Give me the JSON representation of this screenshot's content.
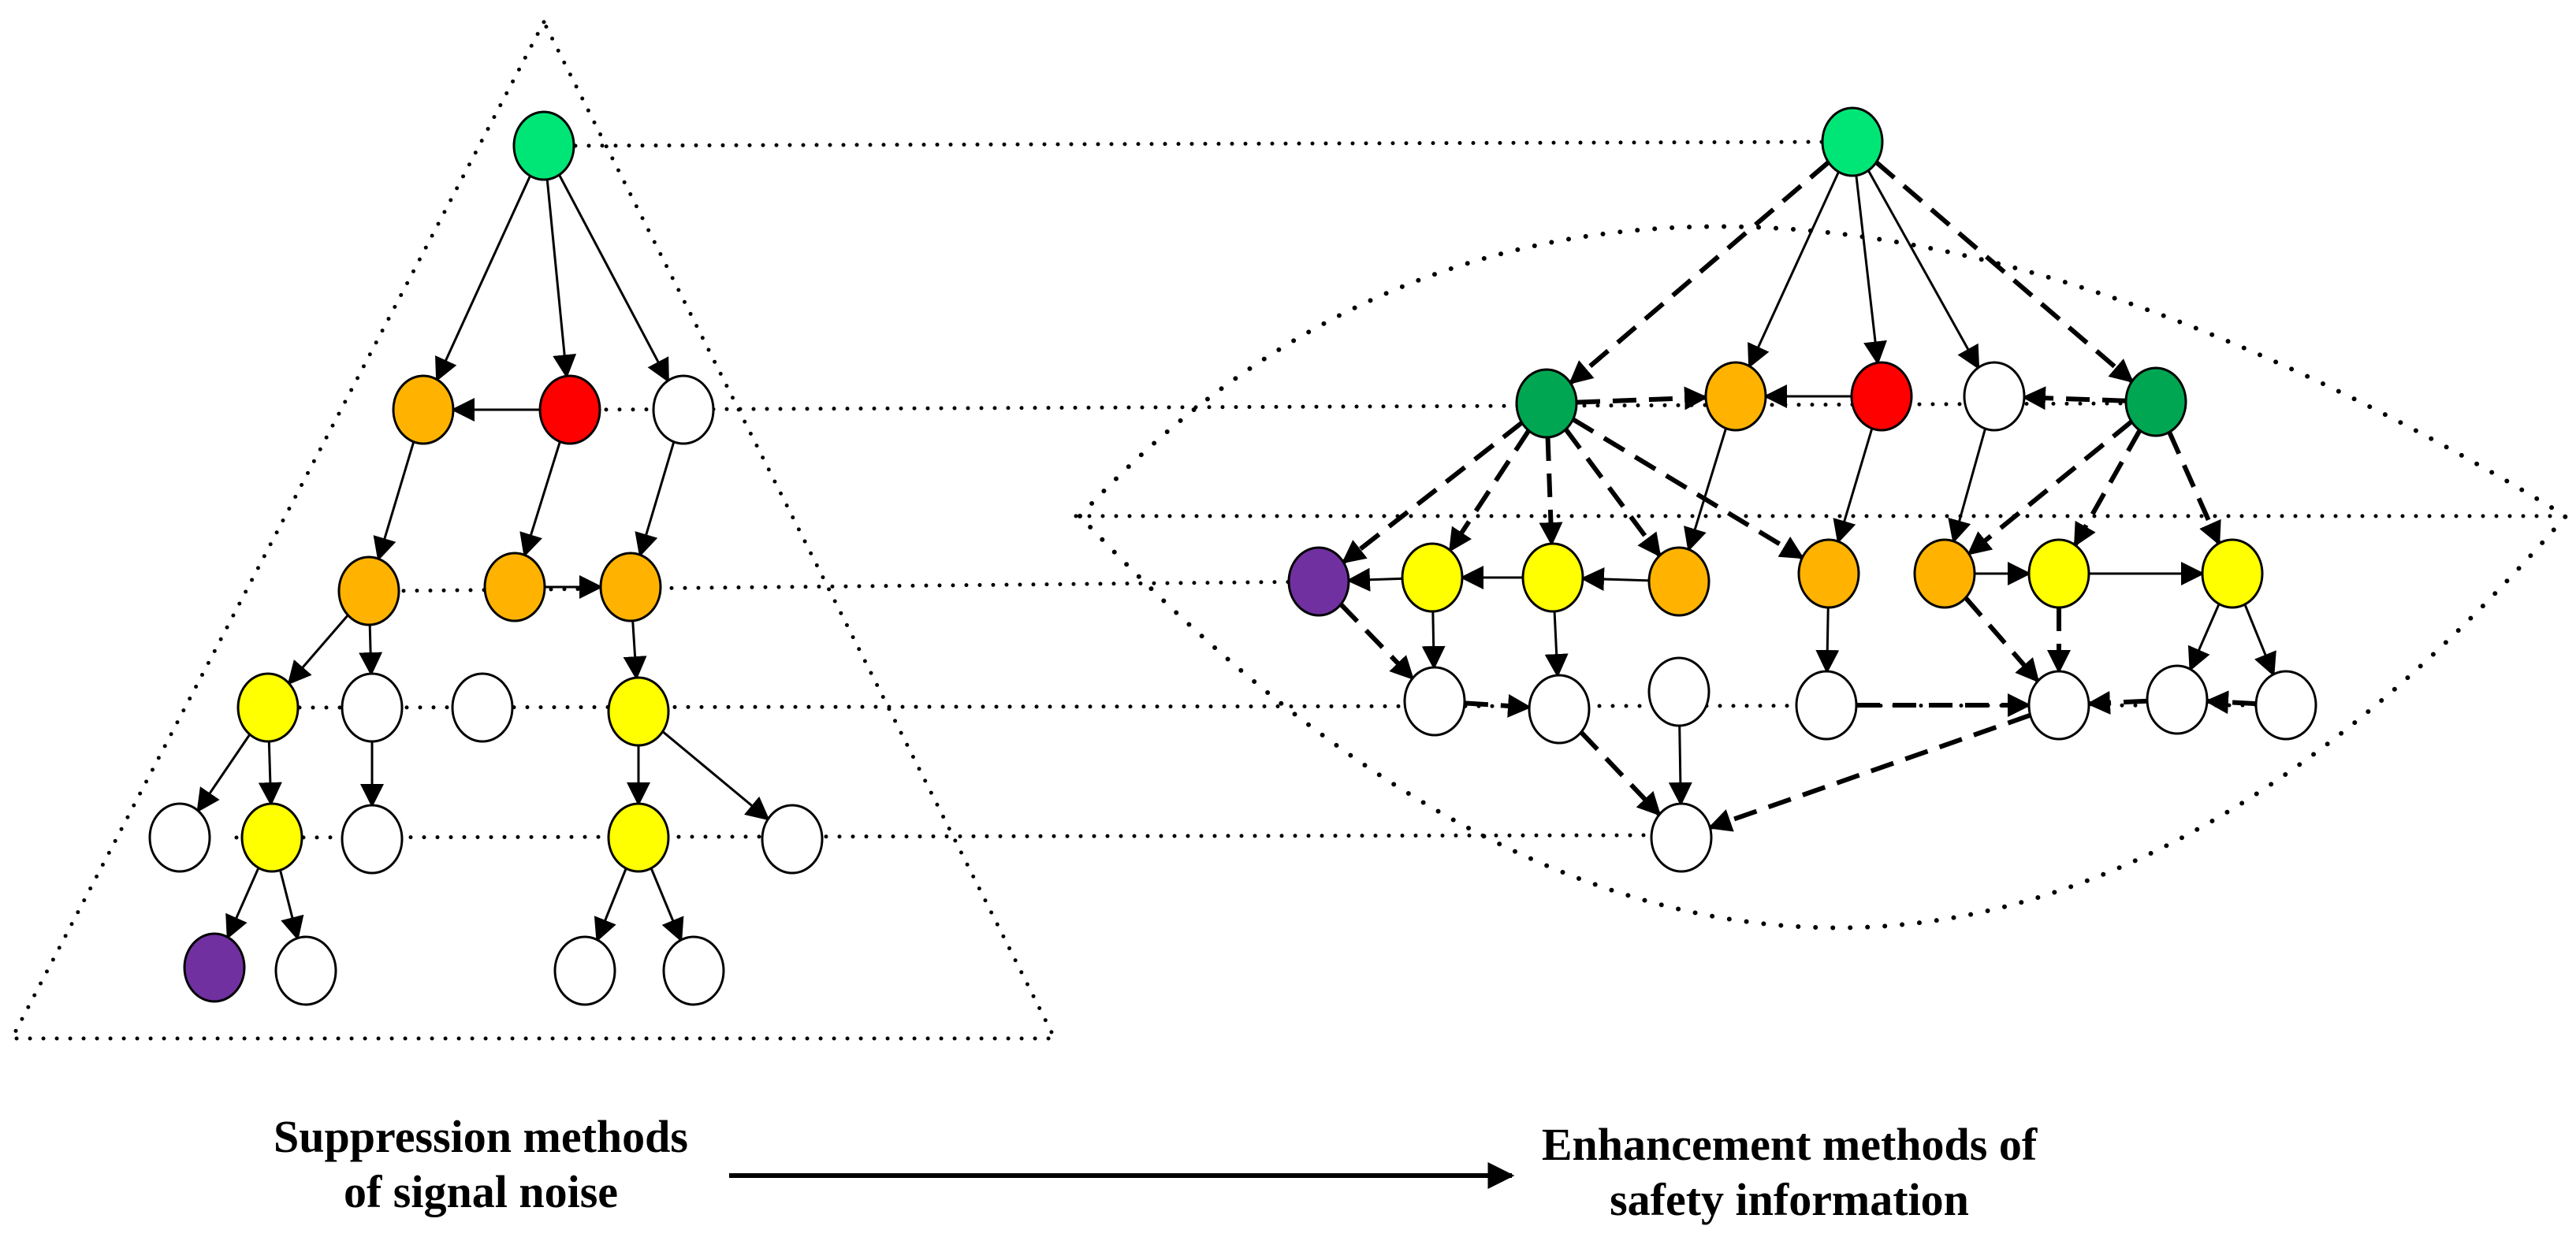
{
  "colors": {
    "root_green": "#00e676",
    "dark_green": "#00a651",
    "orange": "#ffb300",
    "red": "#ff0000",
    "yellow": "#ffff00",
    "purple": "#7030a0",
    "white": "#ffffff",
    "stroke": "#000000"
  },
  "captions": {
    "left": {
      "line1": "Suppression methods",
      "line2": "of signal noise"
    },
    "right": {
      "line1": "Enhancement methods of",
      "line2": "safety information"
    }
  },
  "left_tree": {
    "name": "signal-noise-tree",
    "nodes": [
      {
        "id": "L0",
        "color": "root_green"
      },
      {
        "id": "L1a",
        "color": "orange"
      },
      {
        "id": "L1b",
        "color": "red"
      },
      {
        "id": "L1c",
        "color": "white"
      },
      {
        "id": "L2a",
        "color": "orange"
      },
      {
        "id": "L2b",
        "color": "orange"
      },
      {
        "id": "L2c",
        "color": "orange"
      },
      {
        "id": "L3a",
        "color": "yellow"
      },
      {
        "id": "L3b",
        "color": "white"
      },
      {
        "id": "L3c",
        "color": "white"
      },
      {
        "id": "L3d",
        "color": "yellow"
      },
      {
        "id": "L4a",
        "color": "white"
      },
      {
        "id": "L4b",
        "color": "yellow"
      },
      {
        "id": "L4c",
        "color": "white"
      },
      {
        "id": "L4d",
        "color": "yellow"
      },
      {
        "id": "L4e",
        "color": "white"
      },
      {
        "id": "L5a",
        "color": "purple"
      },
      {
        "id": "L5b",
        "color": "white"
      },
      {
        "id": "L5c",
        "color": "white"
      },
      {
        "id": "L5d",
        "color": "white"
      }
    ]
  },
  "right_graph": {
    "name": "safety-information-graph",
    "nodes": [
      {
        "id": "R0",
        "color": "root_green"
      },
      {
        "id": "R1a",
        "color": "dark_green"
      },
      {
        "id": "R1b",
        "color": "orange"
      },
      {
        "id": "R1c",
        "color": "red"
      },
      {
        "id": "R1d",
        "color": "white"
      },
      {
        "id": "R1e",
        "color": "dark_green"
      },
      {
        "id": "R2a",
        "color": "purple"
      },
      {
        "id": "R2b",
        "color": "yellow"
      },
      {
        "id": "R2c",
        "color": "yellow"
      },
      {
        "id": "R2d",
        "color": "orange"
      },
      {
        "id": "R2e",
        "color": "orange"
      },
      {
        "id": "R2f",
        "color": "orange"
      },
      {
        "id": "R2g",
        "color": "yellow"
      },
      {
        "id": "R2h",
        "color": "yellow"
      },
      {
        "id": "R3a",
        "color": "white"
      },
      {
        "id": "R3b",
        "color": "white"
      },
      {
        "id": "R3c",
        "color": "white"
      },
      {
        "id": "R3d",
        "color": "white"
      },
      {
        "id": "R3e",
        "color": "white"
      },
      {
        "id": "R3f",
        "color": "white"
      },
      {
        "id": "R3g",
        "color": "white"
      },
      {
        "id": "R4a",
        "color": "white"
      }
    ]
  }
}
